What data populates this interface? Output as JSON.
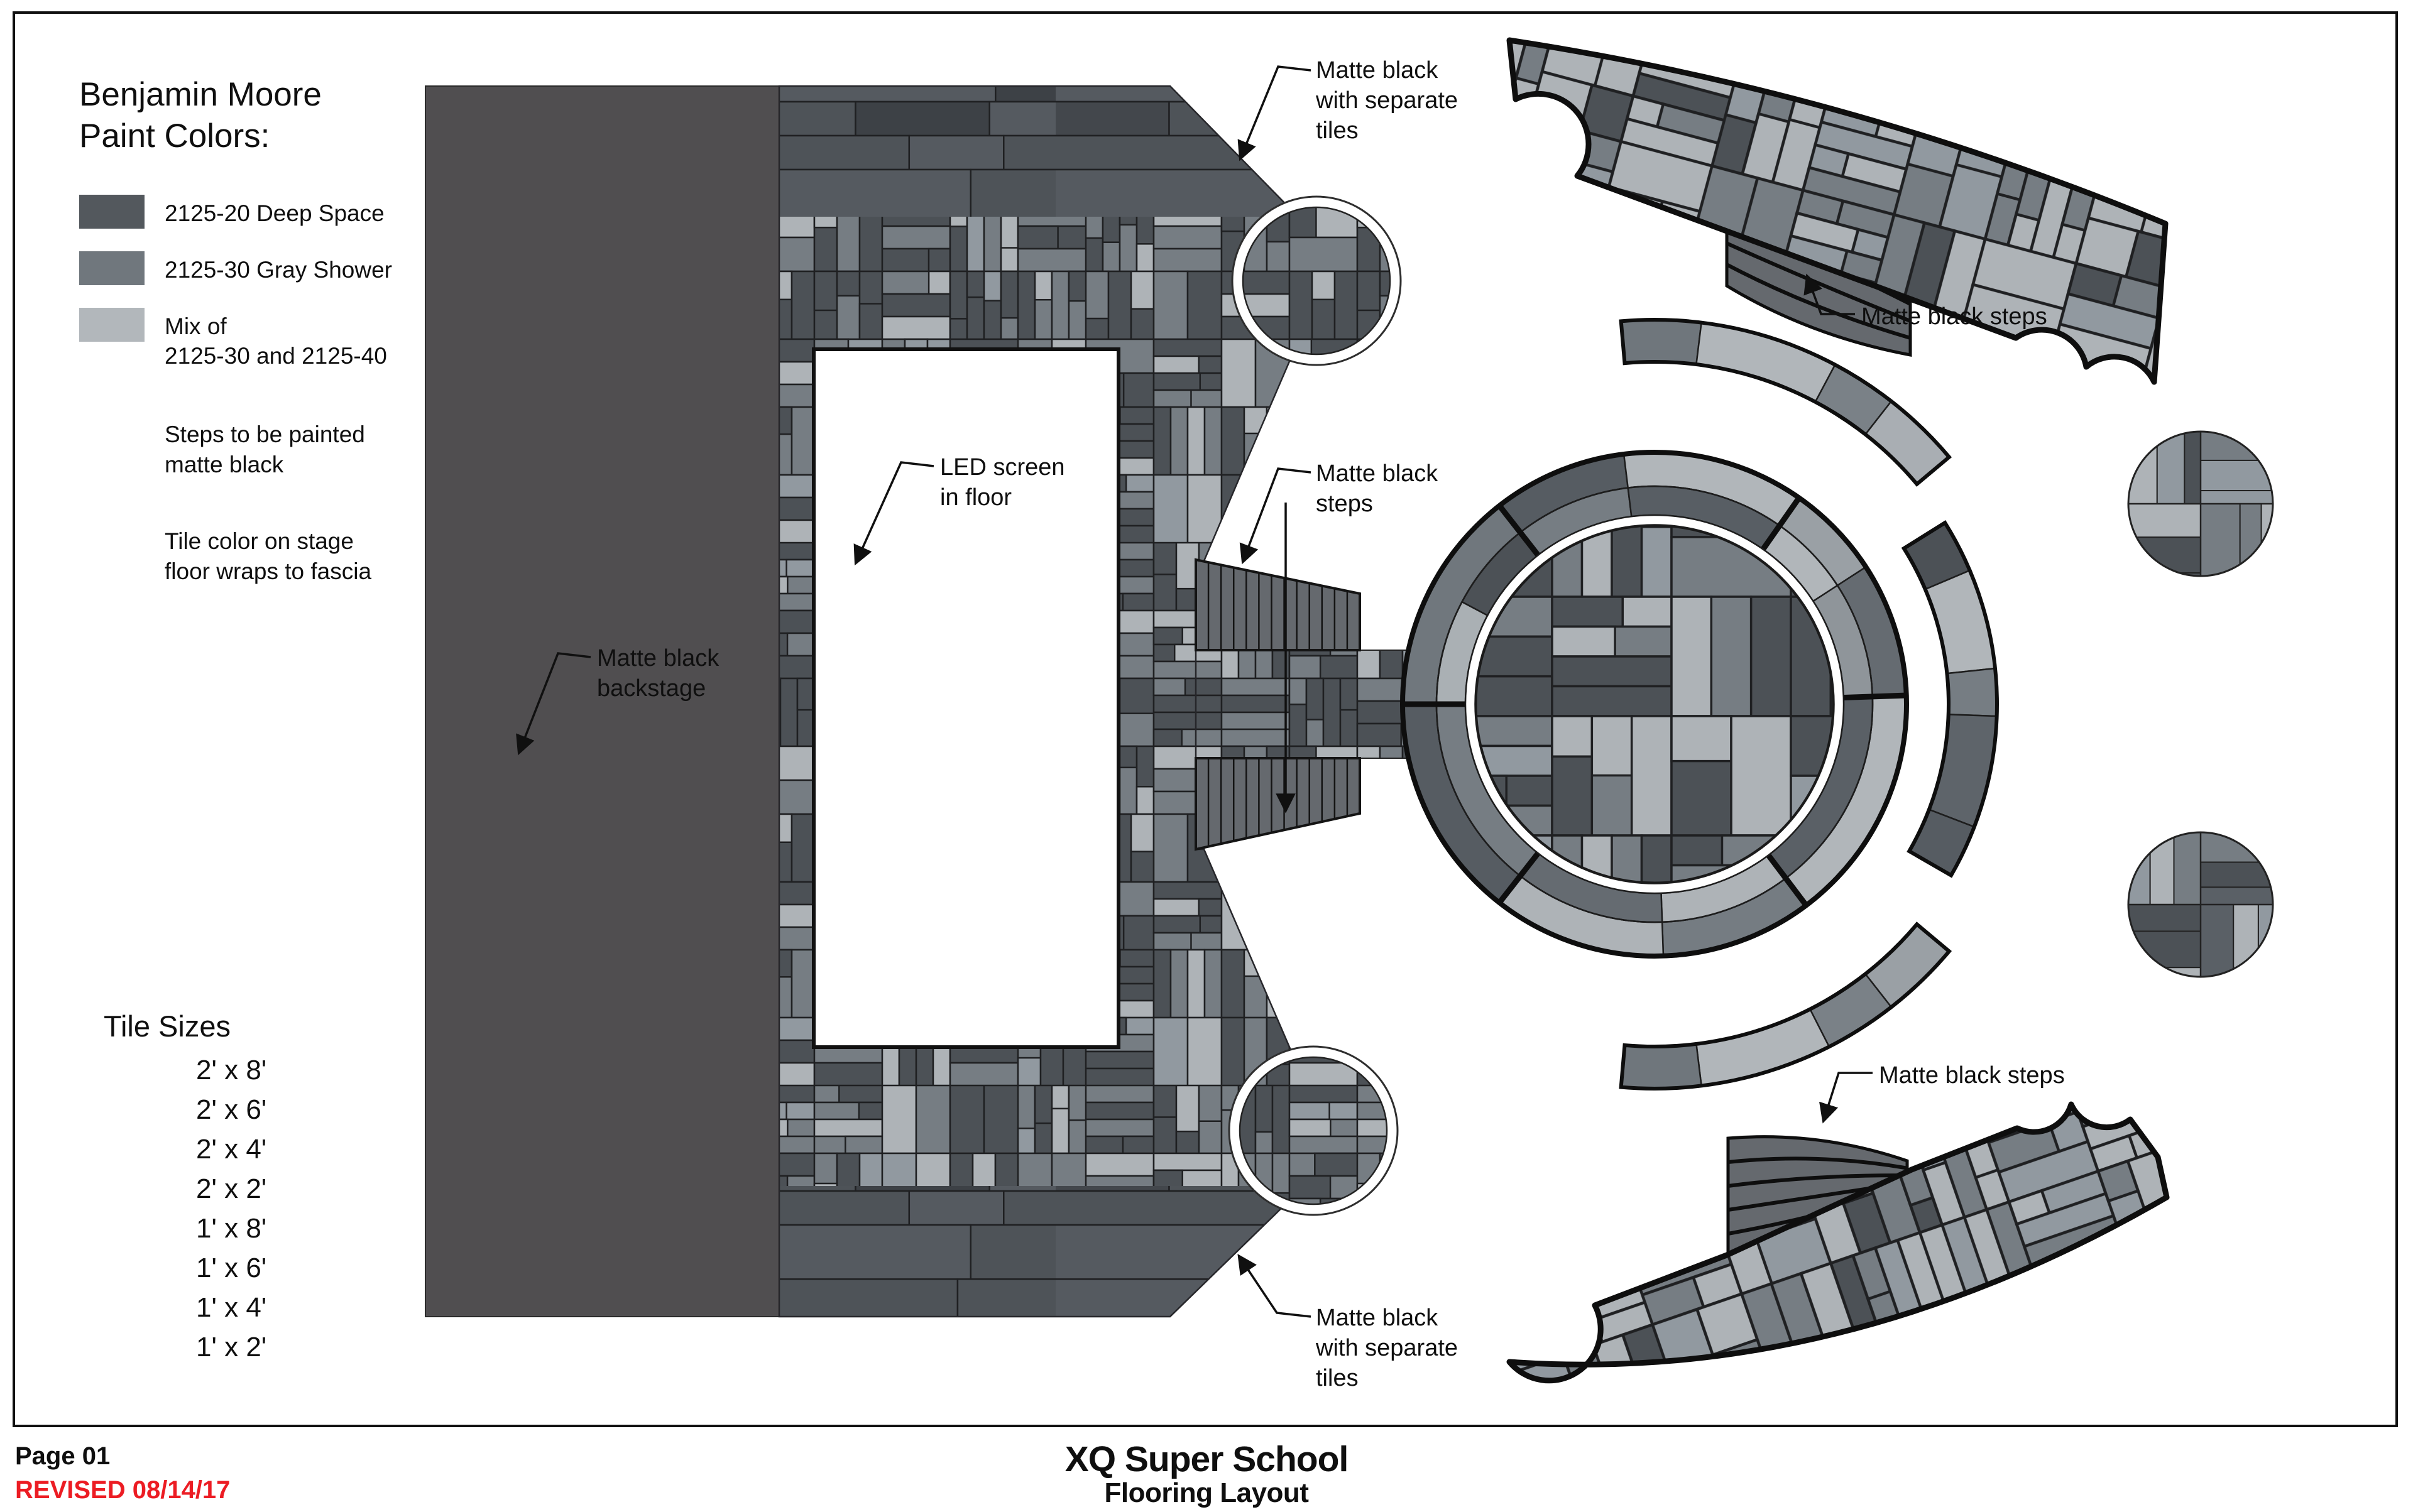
{
  "legend": {
    "heading_line1": "Benjamin Moore",
    "heading_line2": "Paint Colors:",
    "swatches": [
      {
        "label": "2125-20 Deep Space",
        "color": "#53585d"
      },
      {
        "label": "2125-30 Gray Shower",
        "color": "#70777d"
      },
      {
        "label_line1": "Mix of",
        "label_line2": "2125-30 and 2125-40",
        "color": "#b2b7bb"
      }
    ],
    "notes": [
      {
        "line1": "Steps to be painted",
        "line2": "matte black"
      },
      {
        "line1": "Tile color on stage",
        "line2": "floor wraps to fascia"
      }
    ]
  },
  "tile_sizes": {
    "title": "Tile Sizes",
    "items": [
      "2' x 8'",
      "2' x 6'",
      "2' x 4'",
      "2' x 2'",
      "1' x 8'",
      "1' x 6'",
      "1' x 4'",
      "1' x 2'"
    ]
  },
  "annotations": {
    "backstage": {
      "lines": [
        "Matte black",
        "backstage"
      ]
    },
    "led_screen": {
      "lines": [
        "LED screen",
        "in floor"
      ]
    },
    "separate_tiles_top": {
      "lines": [
        "Matte black",
        "with separate",
        "tiles"
      ]
    },
    "separate_tiles_bottom": {
      "lines": [
        "Matte black",
        "with separate",
        "tiles"
      ]
    },
    "steps_center": {
      "lines": [
        "Matte black",
        "steps"
      ]
    },
    "steps_top_right": {
      "lines": [
        "Matte black steps"
      ]
    },
    "steps_bottom_right": {
      "lines": [
        "Matte black steps"
      ]
    }
  },
  "footer": {
    "page": "Page 01",
    "revised": "REVISED 08/14/17",
    "revised_color": "#ec1c23",
    "title": "XQ Super School",
    "subtitle": "Flooring Layout"
  },
  "palette": {
    "deep_space": "#53585d",
    "gray_shower": "#70777d",
    "mix_light": "#b2b7bb",
    "tile_dark": "#4c5156",
    "tile_med": "#767d83",
    "tile_light": "#aeb3b7",
    "tile_medlight": "#9199a0",
    "joint": "#1f2022",
    "backstage": "#504e50",
    "steps_fill": "#65696e",
    "outline": "#0e0e0e",
    "white": "#ffffff"
  }
}
